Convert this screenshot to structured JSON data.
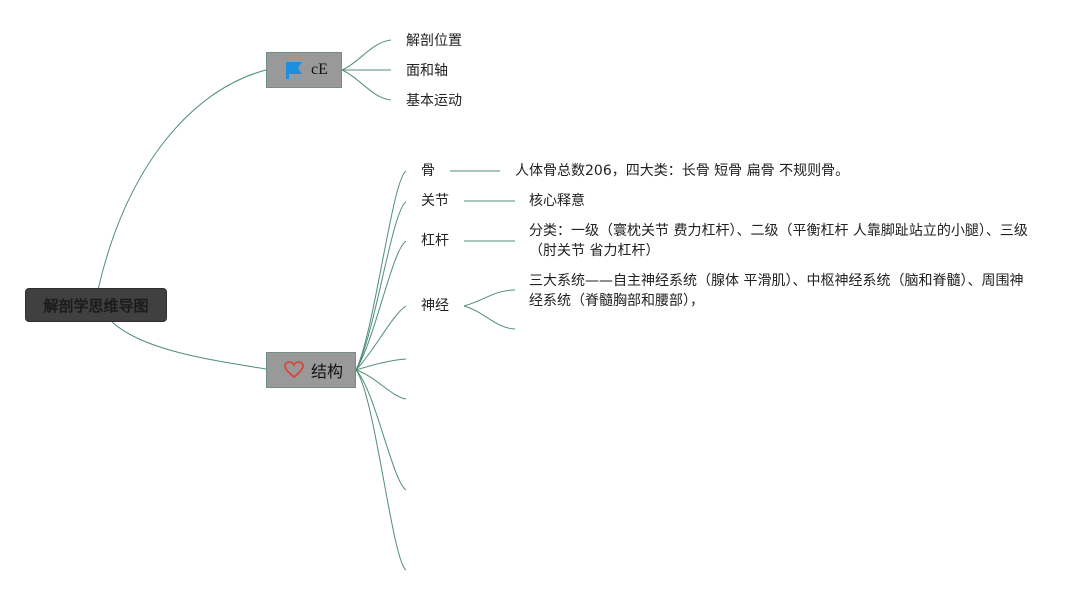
{
  "theme": {
    "line_color": "#4f8f73",
    "root_bg": "#404040",
    "branch_bg": "#999999",
    "flag_color": "#1e8fe0",
    "heart_color": "#d9473d"
  },
  "root": {
    "label": "解剖学思维导图"
  },
  "branch_ce": {
    "label": "cE",
    "icon": "flag-icon",
    "children": [
      "解剖位置",
      "面和轴",
      "基本运动"
    ]
  },
  "branch_structure": {
    "label": "结构",
    "icon": "heart-icon",
    "children": [
      {
        "label": "骨",
        "detail": "人体骨总数206，四大类：长骨 短骨 扁骨 不规则骨。"
      },
      {
        "label": "关节",
        "detail": "核心释意"
      },
      {
        "label": "杠杆",
        "detail": "分类：一级（寰枕关节 费力杠杆）、二级（平衡杠杆 人靠脚趾站立的小腿）、三级（肘关节 省力杠杆）"
      },
      {
        "label": "神经",
        "detail": "三大系统——自主神经系统（腺体 平滑肌）、中枢神经系统（脑和脊髓）、周围神经系统（脊髓胸部和腰部），"
      }
    ]
  }
}
